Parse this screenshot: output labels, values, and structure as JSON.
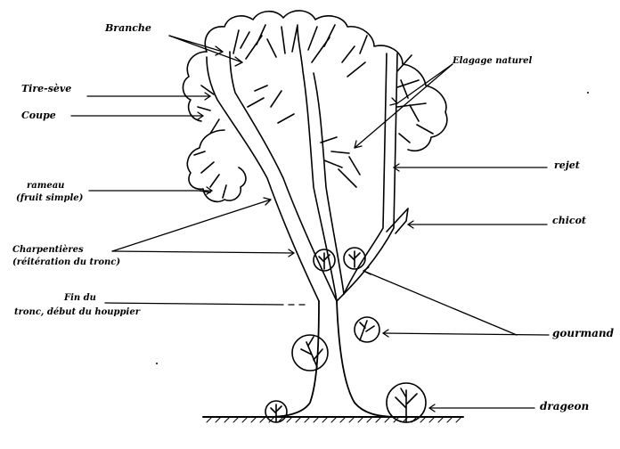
{
  "labels": {
    "branche": "Branche",
    "elagage_naturel": "Elagage naturel",
    "tire_seve": "Tire-sève",
    "coupe": "Coupe",
    "rejet": "rejet",
    "rameau_line1": "rameau",
    "rameau_line2": "(fruit simple)",
    "chicot": "chicot",
    "charpentieres_line1": "Charpentières",
    "charpentieres_line2": "(réitération du tronc)",
    "fin_du_line1": "Fin du",
    "fin_du_line2": "tronc, début du houppier",
    "gourmand": "gourmand",
    "drageon": "drageon"
  },
  "colors": {
    "ink": "#000000",
    "paper": "#ffffff"
  }
}
